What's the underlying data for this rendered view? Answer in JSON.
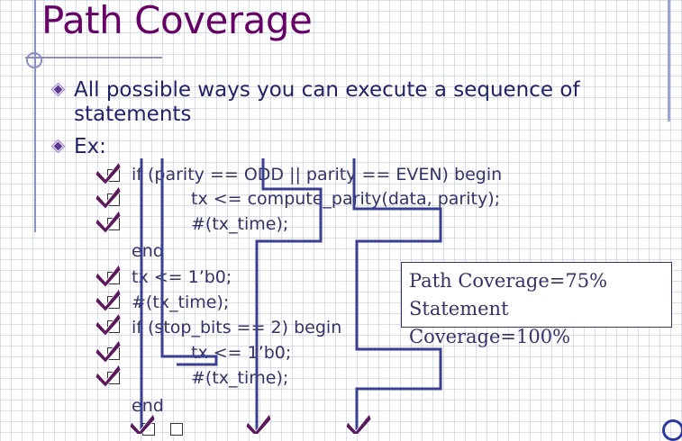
{
  "slide": {
    "title": "Path Coverage",
    "bullets": [
      "All possible ways you can execute a sequence of",
      "statements",
      "Ex:"
    ],
    "code": [
      "if (parity == ODD || parity == EVEN) begin",
      "tx <= compute_parity(data, parity);",
      "#(tx_time);",
      "end",
      "tx <= 1’b0;",
      "#(tx_time);",
      "if (stop_bits == 2) begin",
      "tx <= 1’b0;",
      "#(tx_time);",
      "end"
    ],
    "coverage": {
      "path": "Path Coverage=75%",
      "statement": "Statement Coverage=100%"
    }
  },
  "colors": {
    "title": "#660066",
    "text": "#333366",
    "path_lines": "#3a3f8f",
    "check": "#5c1a5c"
  }
}
